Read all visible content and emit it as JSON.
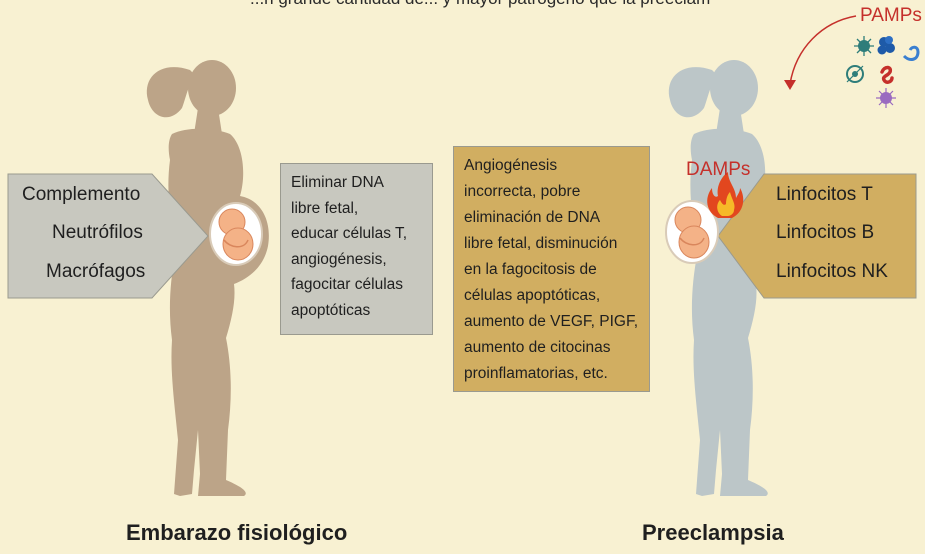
{
  "header_partial_text": "...n grande cantidad de... y mayor patrógeno que la preeclampsia",
  "left": {
    "cells": [
      "Complemento",
      "Neutrófilos",
      "Macrófagos"
    ],
    "functions": [
      "Eliminar DNA",
      "libre fetal,",
      "educar células T,",
      "angiogénesis,",
      "fagocitar células",
      "apoptóticas"
    ],
    "title": "Embarazo fisiológico"
  },
  "center": {
    "lines": [
      "Angiogénesis",
      "incorrecta, pobre",
      "eliminación de DNA",
      "libre fetal, disminución",
      "en la fagocitosis de",
      "células apoptóticas,",
      "aumento de VEGF, PIGF,",
      "aumento de citocinas",
      "proinflamatorias, etc."
    ]
  },
  "right": {
    "cells": [
      "Linfocitos T",
      "Linfocitos B",
      "Linfocitos NK"
    ],
    "damps": "DAMPs",
    "pamps": "PAMPs",
    "title": "Preeclampsia"
  },
  "colors": {
    "background": "#f8f1d2",
    "left_silhouette": "#bca488",
    "right_silhouette": "#bcc6c8",
    "gray_box": "#c8c8bf",
    "gold_box": "#d1ae61",
    "accent_red": "#c5302b",
    "fetus": "#f4b287"
  }
}
